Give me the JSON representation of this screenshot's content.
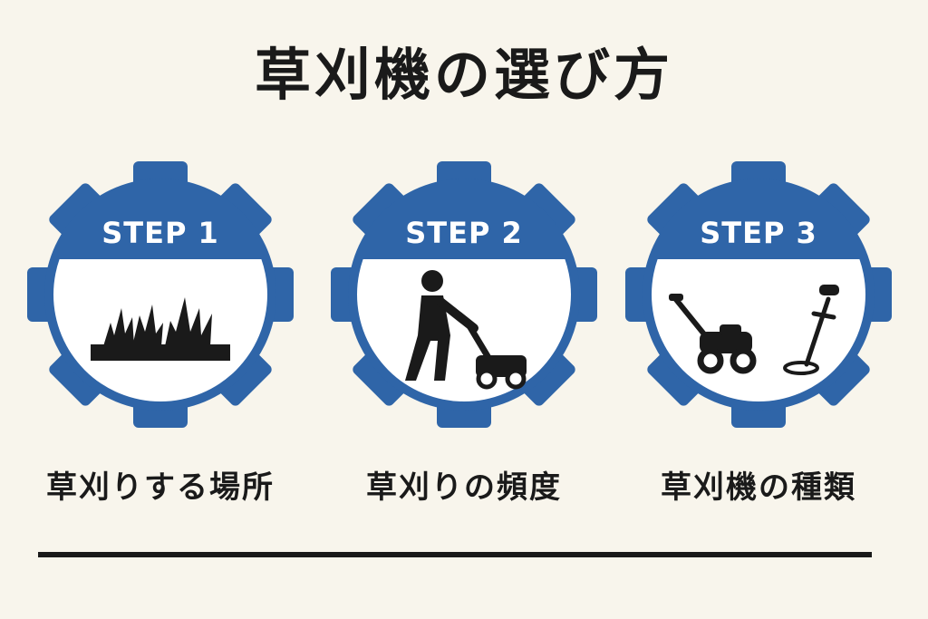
{
  "title": "草刈機の選び方",
  "steps": [
    {
      "label": "STEP 1",
      "caption": "草刈りする場所",
      "icon": "grass-icon"
    },
    {
      "label": "STEP 2",
      "caption": "草刈りの頻度",
      "icon": "person-mowing-icon"
    },
    {
      "label": "STEP 3",
      "caption": "草刈機の種類",
      "icon": "mower-and-trimmer-icon"
    }
  ],
  "colors": {
    "background": "#f8f5ec",
    "accent": "#2f65a8",
    "text": "#1a1a1a"
  }
}
